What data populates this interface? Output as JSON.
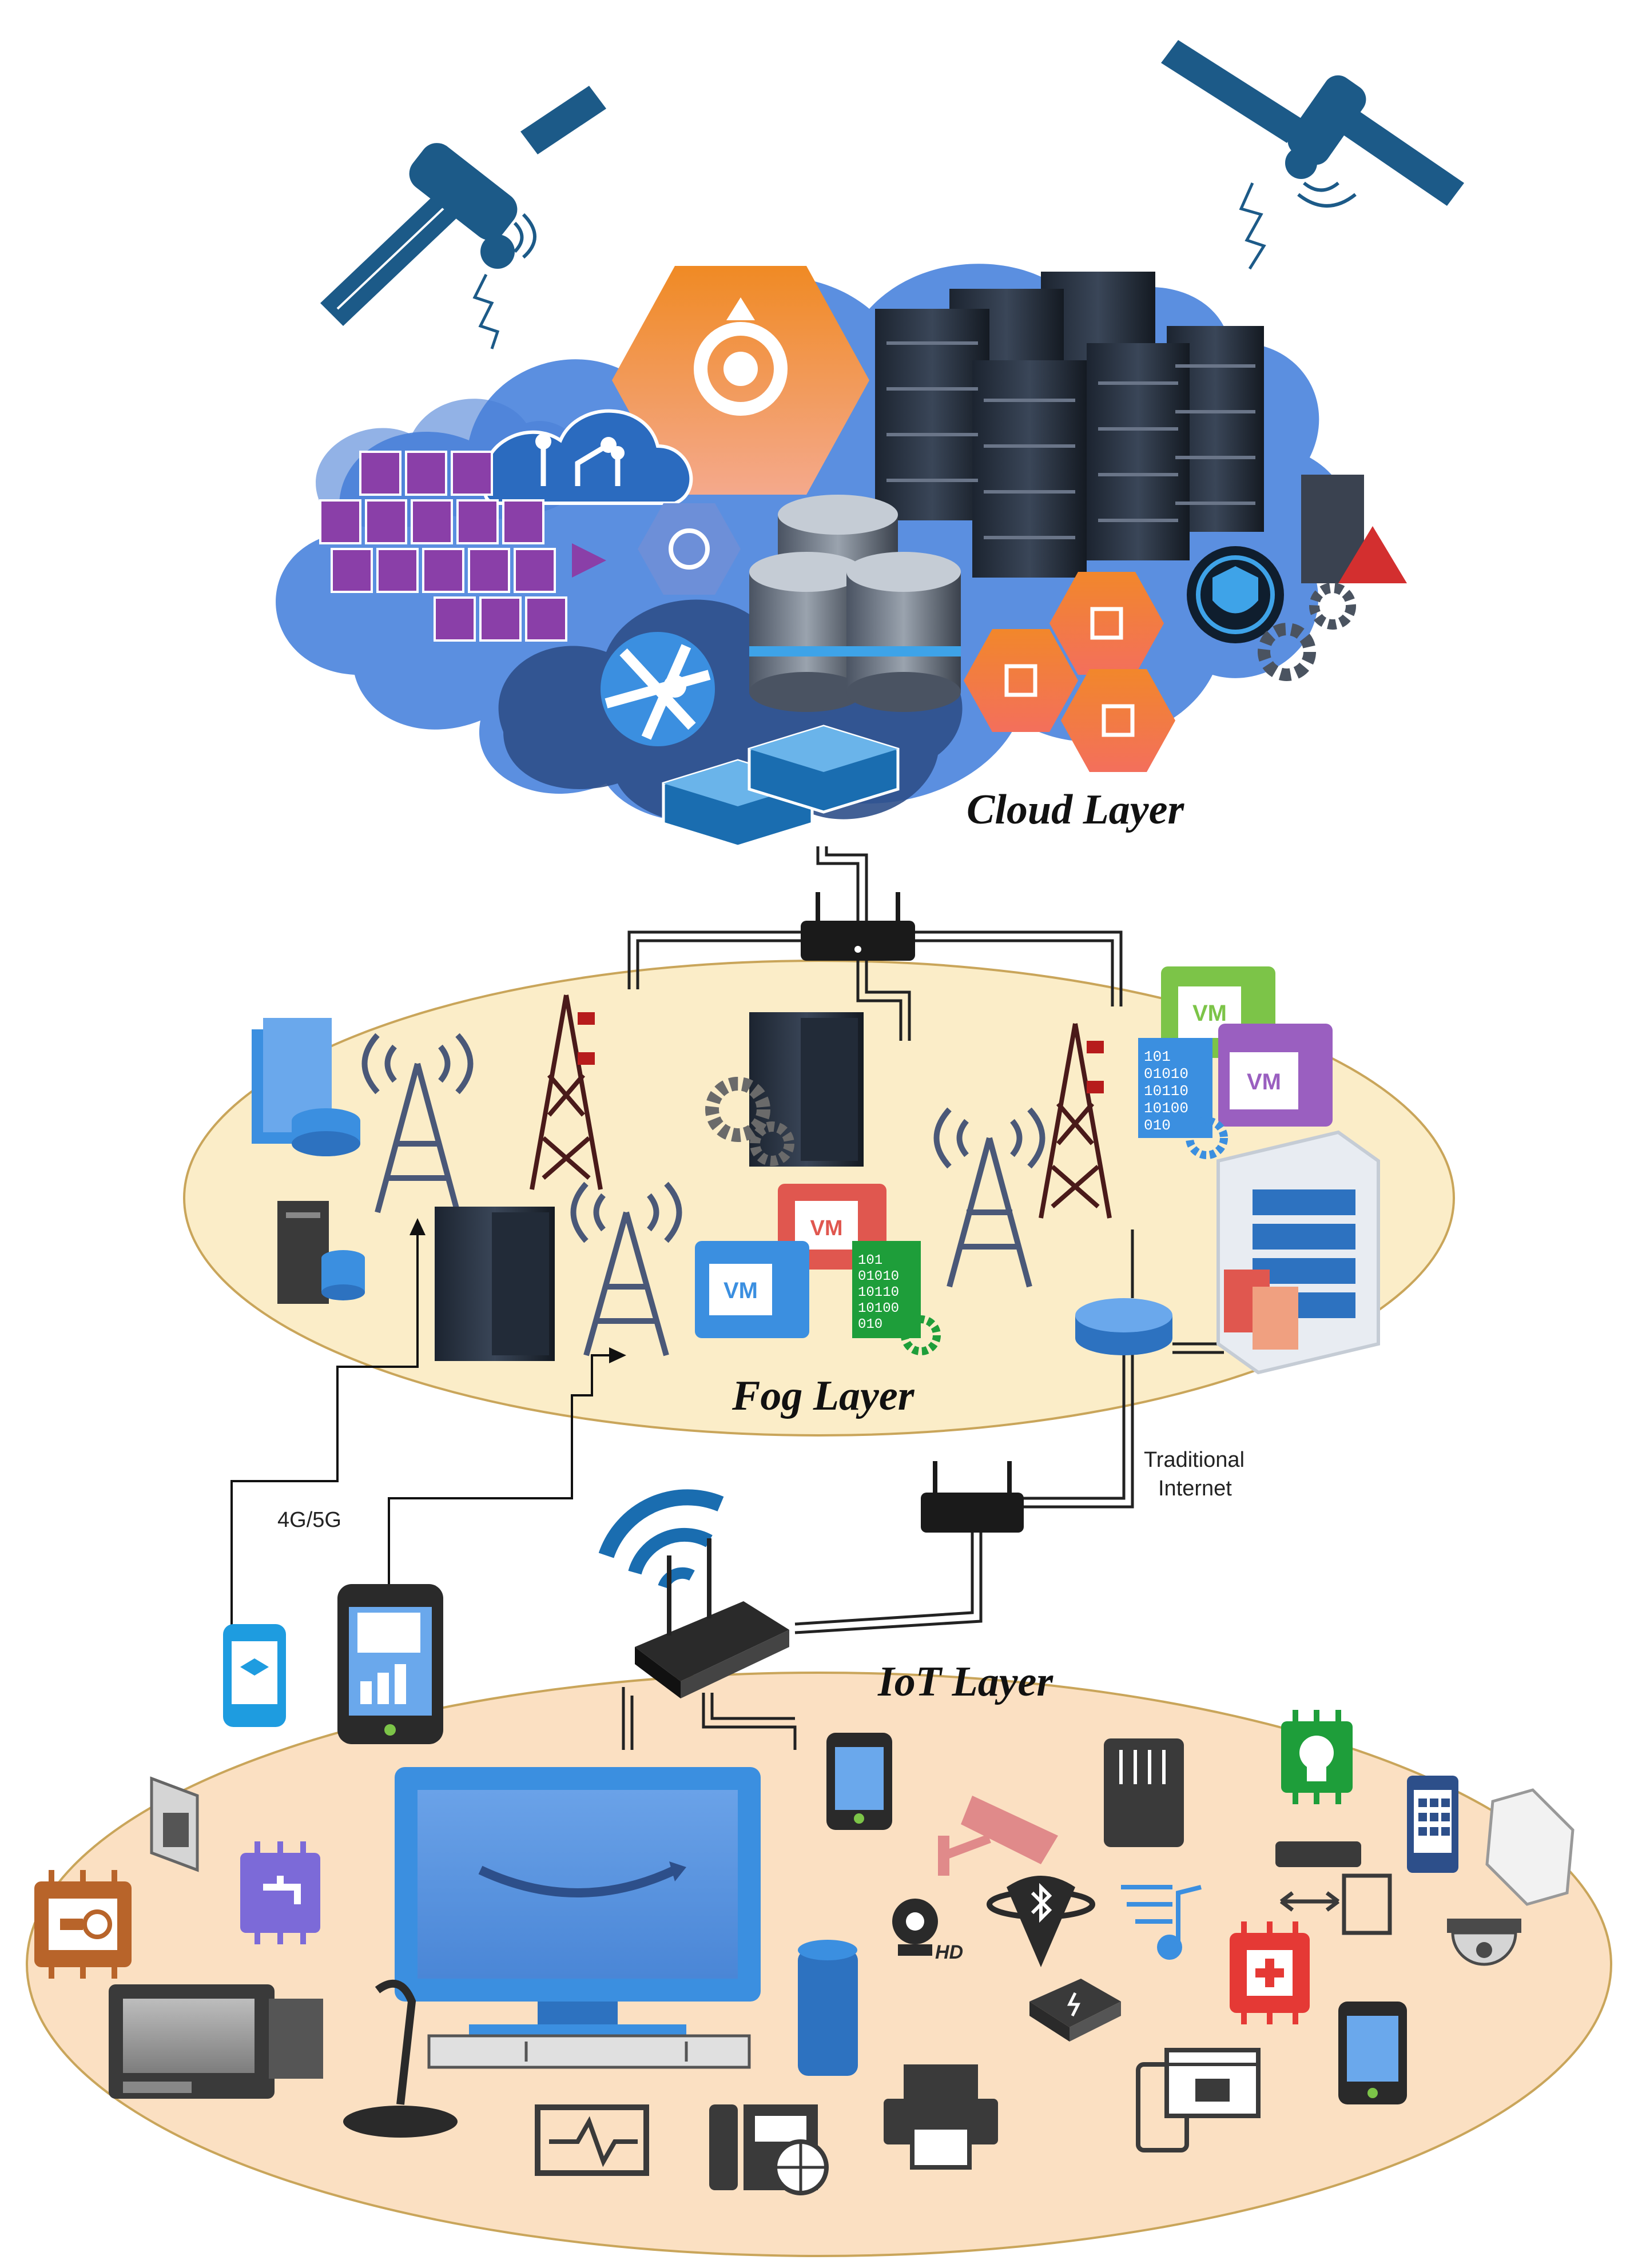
{
  "layers": {
    "cloud": {
      "title": "Cloud Layer"
    },
    "fog": {
      "title": "Fog Layer"
    },
    "iot": {
      "title": "IoT Layer"
    }
  },
  "connection_labels": {
    "cellular": "4G/5G",
    "traditional_line1": "Traditional",
    "traditional_line2": "Internet"
  },
  "icon_labels": {
    "vm": "VM",
    "hd": "HD",
    "binary_1": "101",
    "binary_2": "01010",
    "binary_3": "10110",
    "binary_4": "10100",
    "binary_5": "010"
  },
  "colors": {
    "cloud_blue": "#5b8fe0",
    "cloud_dark": "#2d4f8a",
    "fog_fill": "#fbedc8",
    "iot_fill": "#fbe0c2",
    "ellipse_stroke": "#c9a55a",
    "satellite_blue": "#1c5a88",
    "gcp_orange": "#f0822a",
    "vm_green": "#7cc448",
    "vm_purple": "#9a5fc0",
    "vm_red": "#e0574f",
    "chip_red": "#e53935",
    "chip_green": "#1e9e3a",
    "tower_red": "#b71c1c"
  }
}
